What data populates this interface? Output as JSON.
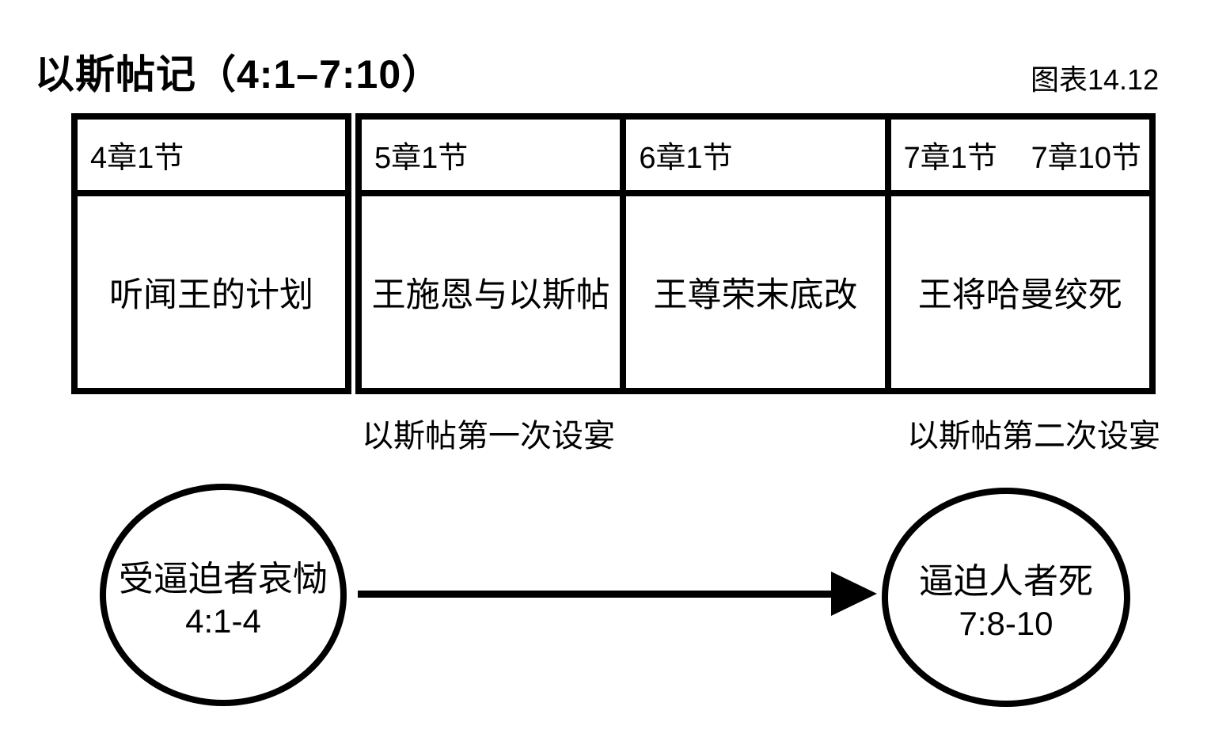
{
  "header": {
    "title": "以斯帖记（4:1–7:10）",
    "figure_label": "图表14.12"
  },
  "table": {
    "columns": [
      {
        "ref": "4章1节",
        "event": "听闻王的计划"
      },
      {
        "ref": "5章1节",
        "event": "王施恩与以斯帖"
      },
      {
        "ref": "6章1节",
        "event": "王尊荣末底改"
      },
      {
        "ref": "7章1节",
        "ref_end": "7章10节",
        "event": "王将哈曼绞死"
      }
    ]
  },
  "banquet_labels": {
    "first": "以斯帖第一次设宴",
    "second": "以斯帖第二次设宴"
  },
  "flow": {
    "start": {
      "text": "受逼迫者哀恸",
      "verses": "4:1-4"
    },
    "end": {
      "text": "逼迫人者死",
      "verses": "7:8-10"
    }
  },
  "colors": {
    "ink": "#000000",
    "background": "#ffffff"
  }
}
